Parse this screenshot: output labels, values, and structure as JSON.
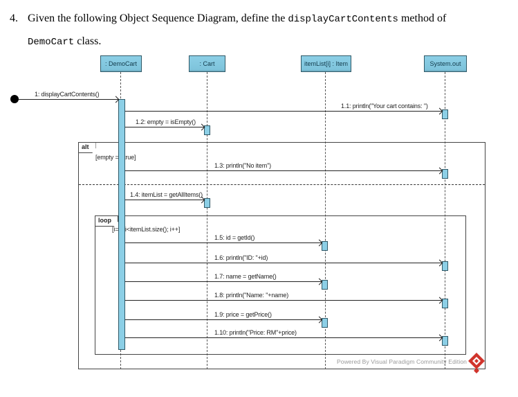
{
  "question": {
    "number": "4.",
    "line1_text": "Given the following Object Sequence Diagram, define the ",
    "line1_code": "displayCartContents",
    "line1_tail": " method of",
    "line2_code": "DemoCart",
    "line2_tail": " class."
  },
  "diagram": {
    "lifelines": [
      {
        "label": ": DemoCart"
      },
      {
        "label": ": Cart"
      },
      {
        "label": "itemList[i] : Item"
      },
      {
        "label": "System.out"
      }
    ],
    "messages": [
      {
        "label": "1: displayCartContents()"
      },
      {
        "label": "1.1: println(\"Your cart contains: \")"
      },
      {
        "label": "1.2: empty = isEmpty()"
      },
      {
        "label": "1.3: println(\"No item\")"
      },
      {
        "label": "1.4: itemList = getAllItems()"
      },
      {
        "label": "1.5: id = getId()"
      },
      {
        "label": "1.6: println(\"ID: \"+id)"
      },
      {
        "label": "1.7: name = getName()"
      },
      {
        "label": "1.8: println(\"Name: \"+name)"
      },
      {
        "label": "1.9: price = getPrice()"
      },
      {
        "label": "1.10: println(\"Price: RM\"+price)"
      }
    ],
    "frames": {
      "alt": {
        "label": "alt",
        "guard": "[empty == true]"
      },
      "loop": {
        "label": "loop",
        "guard": "[i=0; i<itemList.size(); i++]"
      }
    },
    "footer": "Powered By Visual Paradigm Community Edition"
  },
  "colors": {
    "lifeline_fill": "#8CCFE6",
    "lifeline_border": "#2F5866",
    "logo_red": "#D0342C",
    "footer_gray": "#999999"
  }
}
